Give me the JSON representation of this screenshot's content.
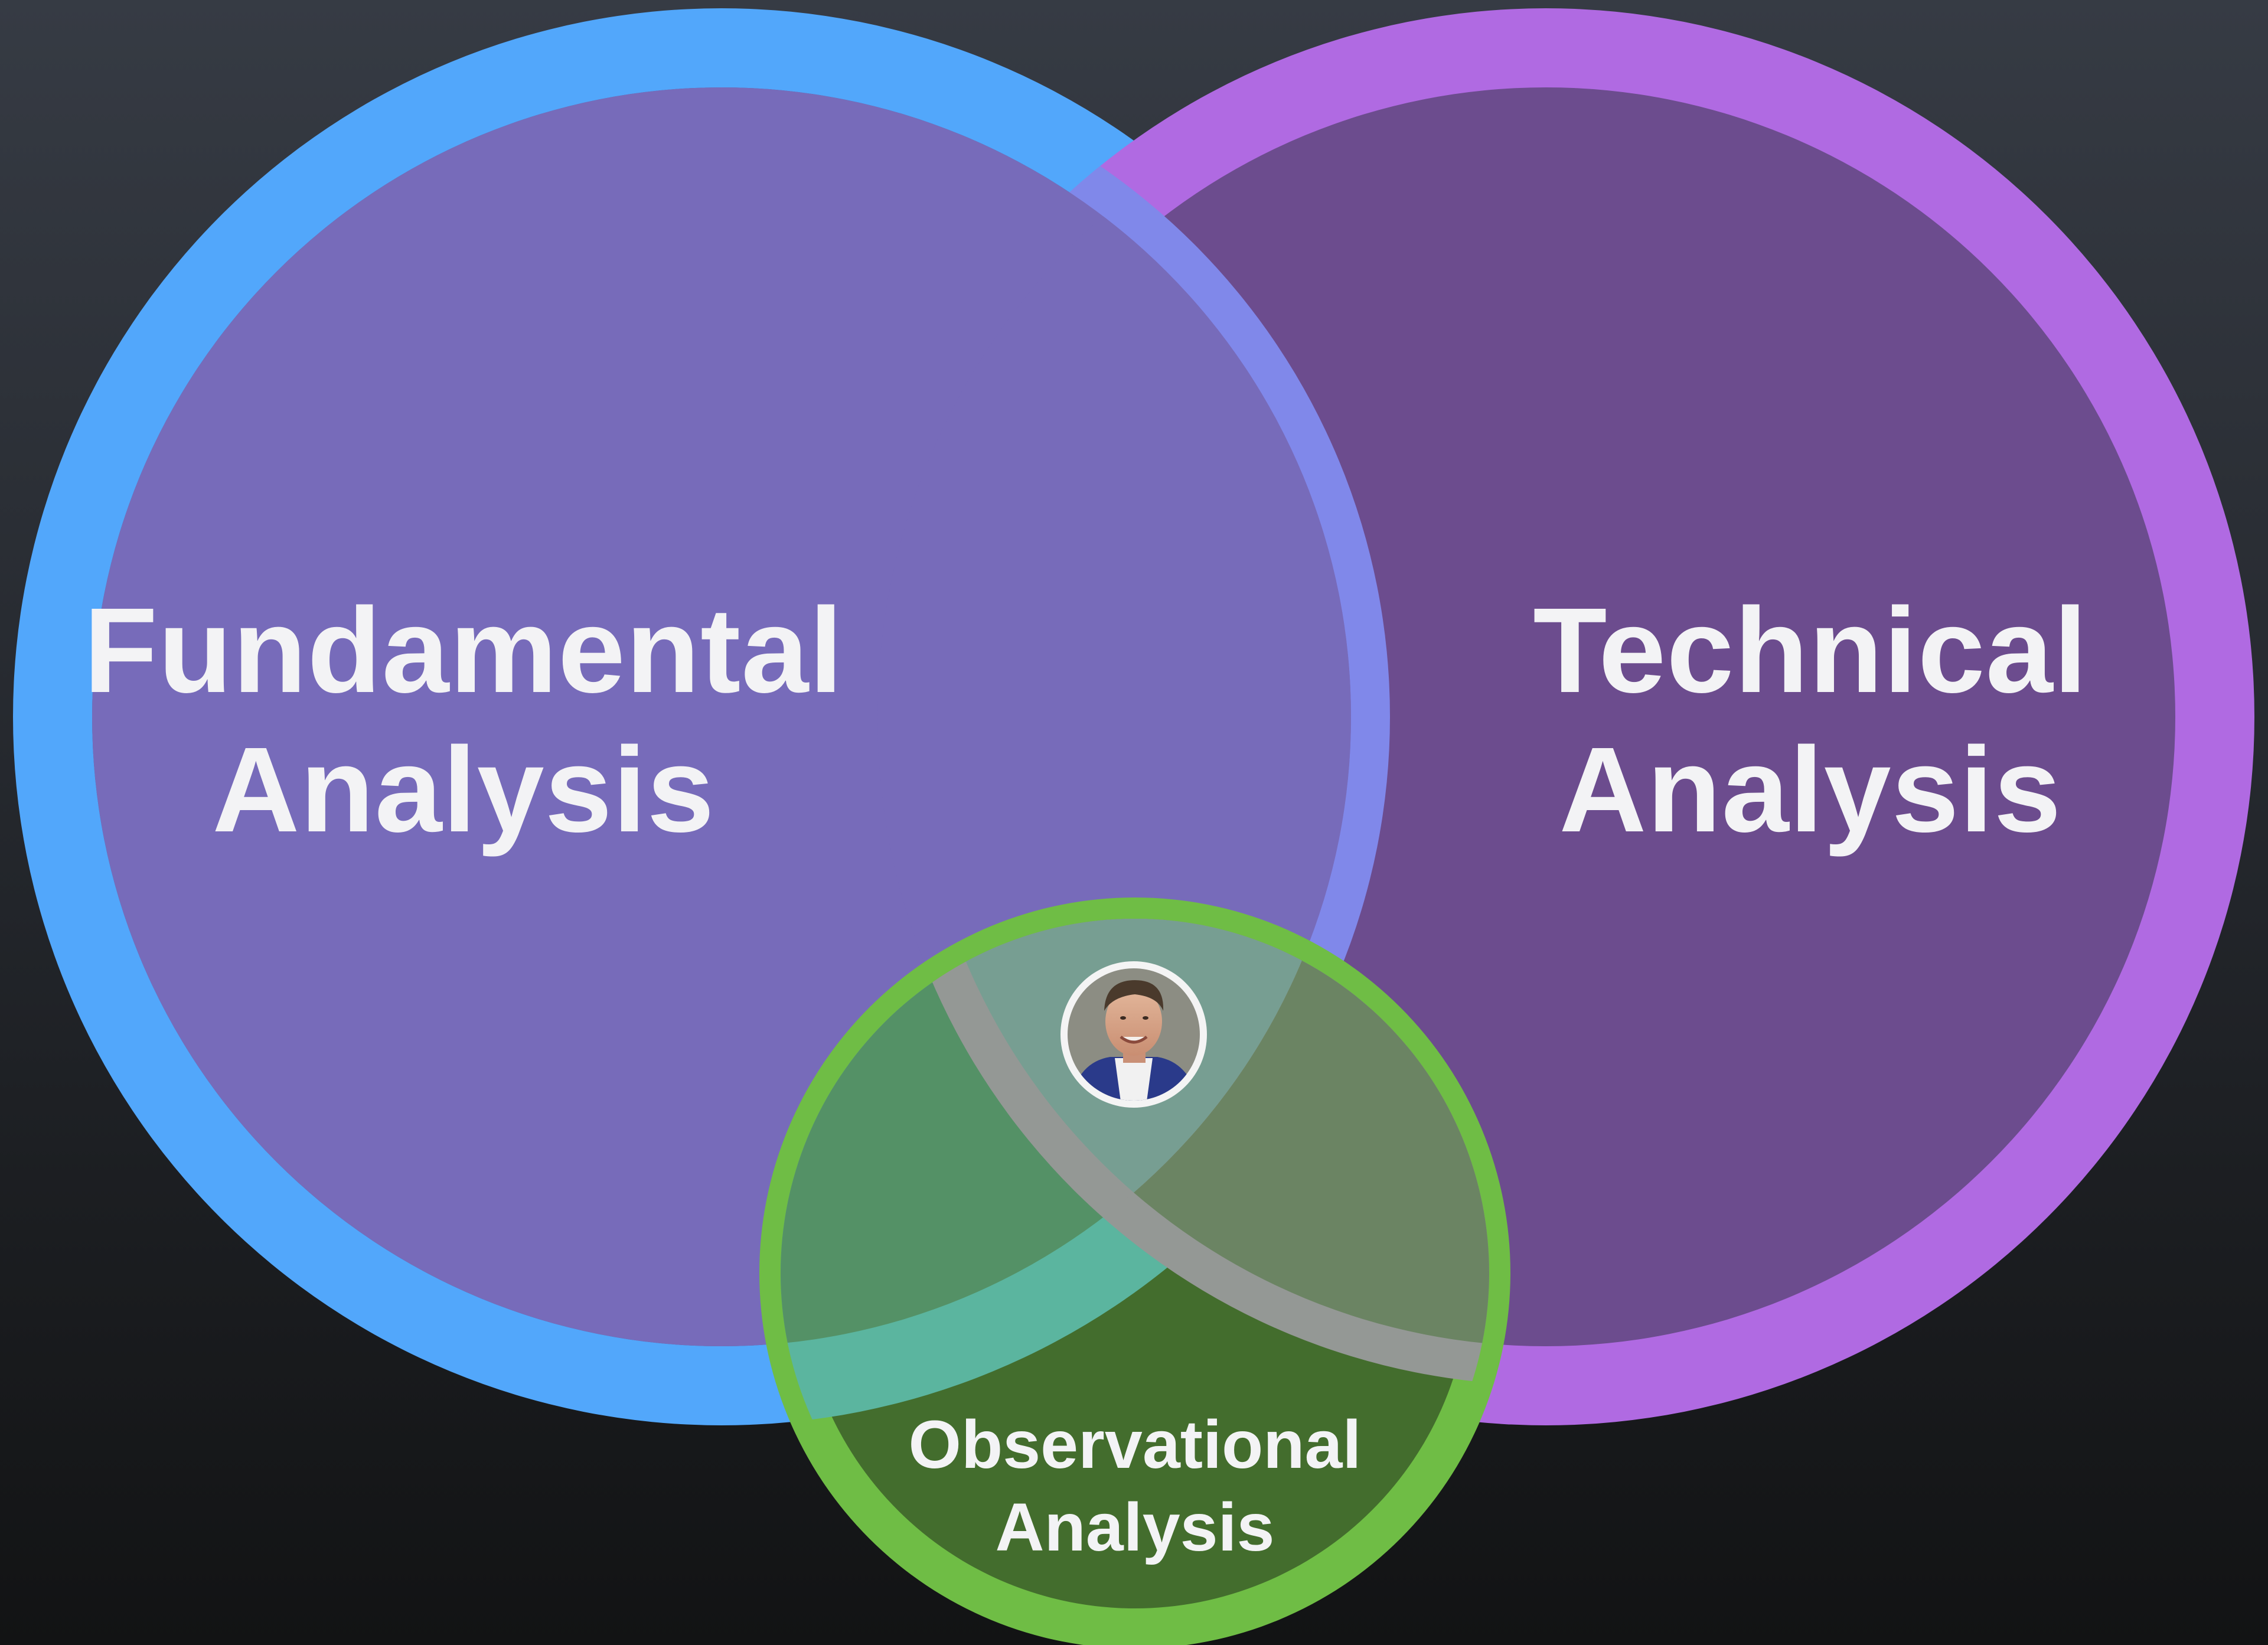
{
  "diagram": {
    "type": "venn",
    "sets": [
      {
        "id": "fundamental",
        "line1": "Fundamental",
        "line2": "Analysis",
        "ring_color": "#52a7fb",
        "fill_color": "#3e6b9c"
      },
      {
        "id": "technical",
        "line1": "Technical",
        "line2": "Analysis",
        "ring_color": "#b06ae2",
        "fill_color": "#6c4c8e"
      },
      {
        "id": "observational",
        "line1": "Observational",
        "line2": "Analysis",
        "ring_color": "#6fbd45",
        "fill_color": "#436d2d"
      }
    ],
    "center_marker": {
      "icon": "person-avatar-icon",
      "description": "portrait photo at the three-way intersection"
    },
    "background_colors": [
      "#363b44",
      "#121314"
    ]
  }
}
